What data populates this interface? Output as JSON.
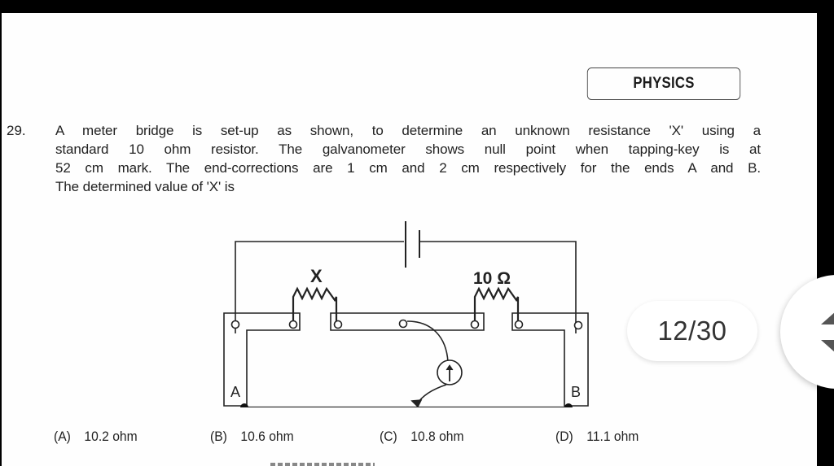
{
  "header": {
    "subject": "PHYSICS"
  },
  "question": {
    "number": "29.",
    "lines": [
      "A meter bridge is set-up as shown, to determine an unknown resistance 'X' using a",
      "standard 10 ohm resistor. The galvanometer shows null point when tapping-key is at",
      "52 cm mark. The end-corrections are 1 cm and 2 cm respectively for the ends A and B.",
      "The determined value of 'X' is"
    ]
  },
  "diagram": {
    "unknown_resistor_label": "X",
    "known_resistor_label": "10 Ω",
    "end_a_label": "A",
    "end_b_label": "B",
    "galvanometer_symbol": "↑"
  },
  "options": [
    {
      "letter": "(A)",
      "value": "10.2 ohm"
    },
    {
      "letter": "(B)",
      "value": "10.6 ohm"
    },
    {
      "letter": "(C)",
      "value": "10.8 ohm"
    },
    {
      "letter": "(D)",
      "value": "11.1 ohm"
    }
  ],
  "viewer": {
    "page_counter": "12/30",
    "nav_icon": "scroll-up-down-icon"
  }
}
